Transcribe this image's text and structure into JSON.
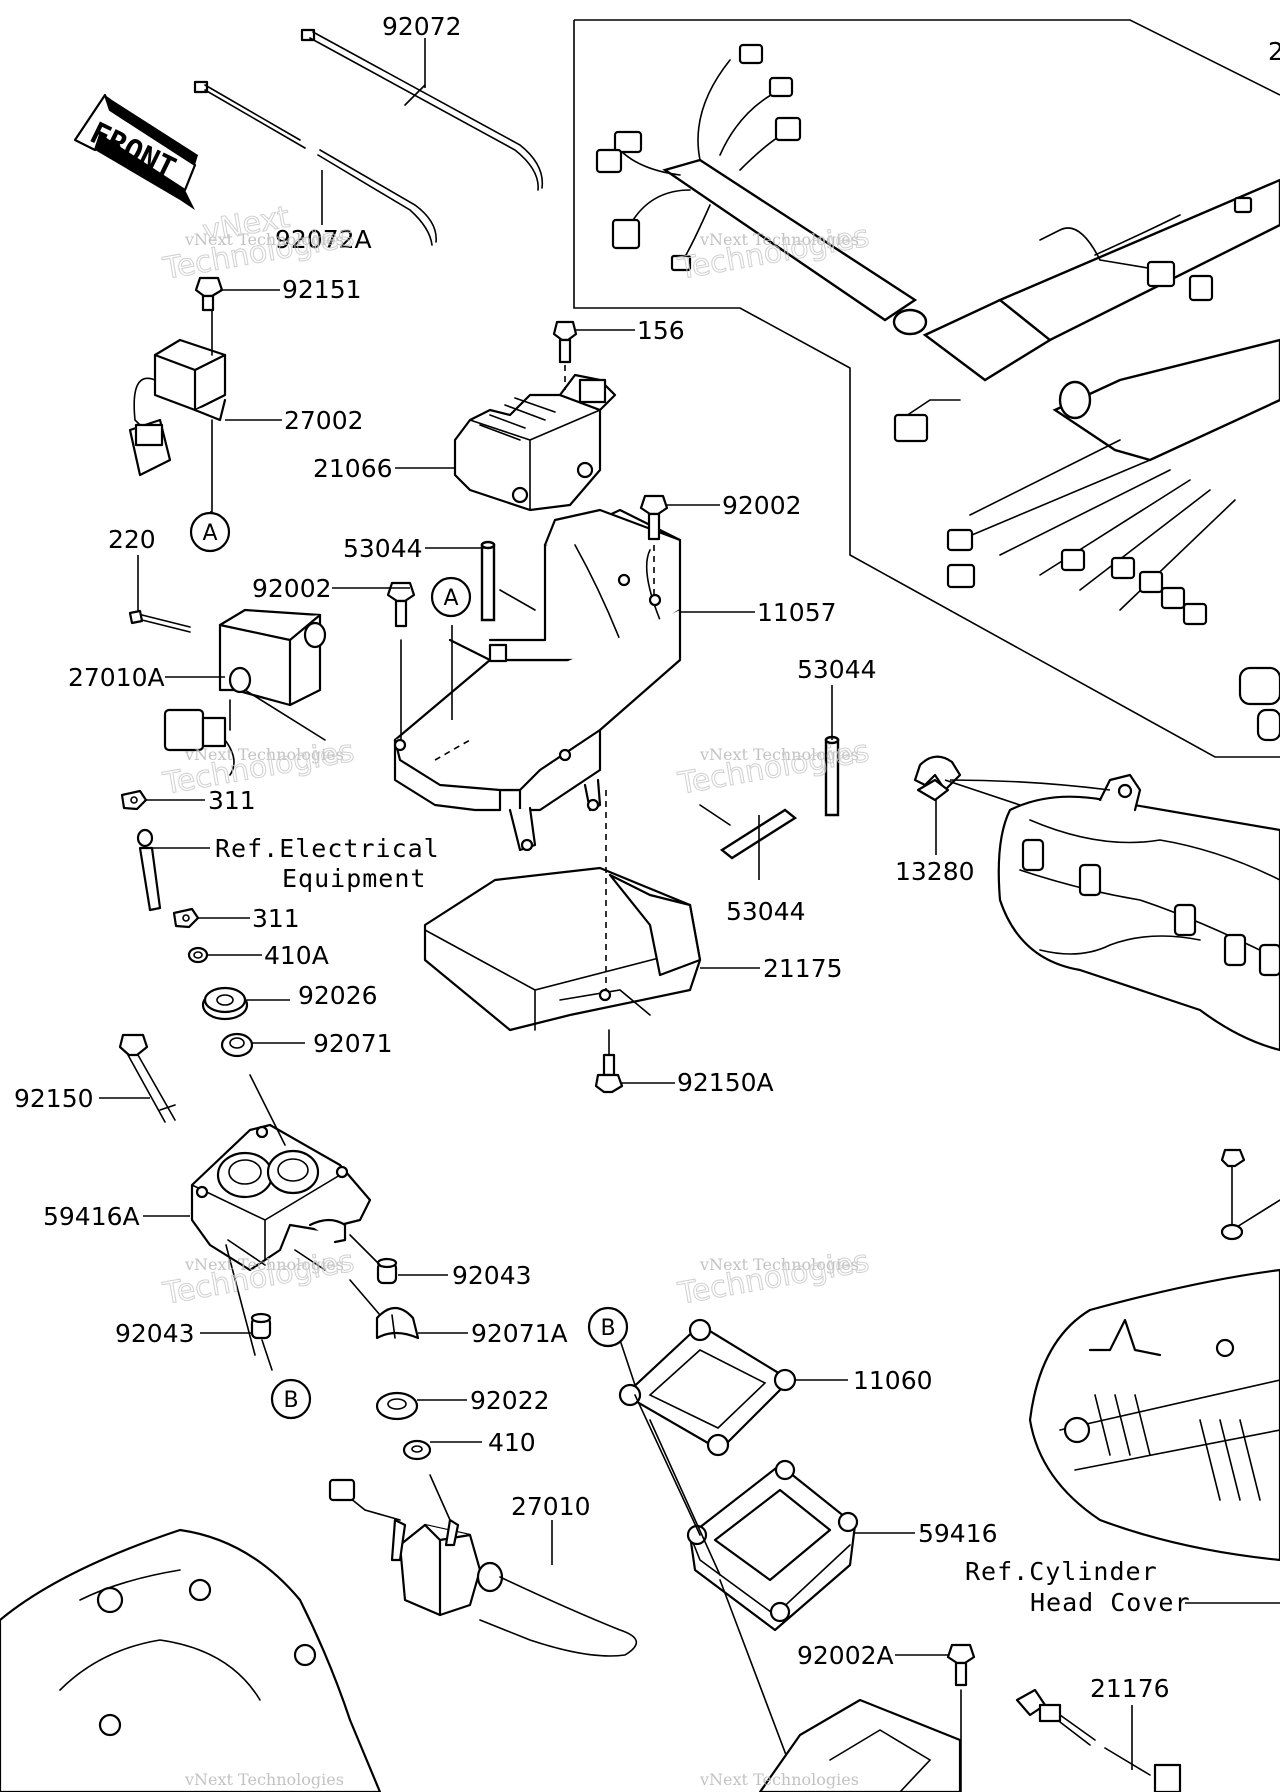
{
  "parts": {
    "p92072": "92072",
    "p92072A": "92072A",
    "p92151": "92151",
    "p27002": "27002",
    "p21066": "21066",
    "p156": "156",
    "p92002_top": "92002",
    "p92002_left": "92002",
    "p53044_top": "53044",
    "p53044_right": "53044",
    "p53044_bottom": "53044",
    "p11057": "11057",
    "p220": "220",
    "p27010A": "27010A",
    "p311_a": "311",
    "p311_b": "311",
    "p410A": "410A",
    "p92026": "92026",
    "p92071": "92071",
    "p21175": "21175",
    "p92150A": "92150A",
    "p13280": "13280",
    "p92150": "92150",
    "p59416A": "59416A",
    "p92043_right": "92043",
    "p92043_left": "92043",
    "p92071A": "92071A",
    "p92022": "92022",
    "p410": "410",
    "p11060": "11060",
    "p27010": "27010",
    "p59416": "59416",
    "p92002A": "92002A",
    "p21176": "21176",
    "p_top_right_partial": "2"
  },
  "references": {
    "electrical_line1": "Ref.Electrical",
    "electrical_line2": "Equipment",
    "cylinder_line1": "Ref.Cylinder",
    "cylinder_line2": "Head Cover"
  },
  "callouts": {
    "a1": "A",
    "a2": "A",
    "b1": "B",
    "b2": "B"
  },
  "front_arrow": "FRONT",
  "watermark": {
    "line1": "vNext Technologies",
    "line2": "Technologies",
    "line3": "vNext"
  }
}
